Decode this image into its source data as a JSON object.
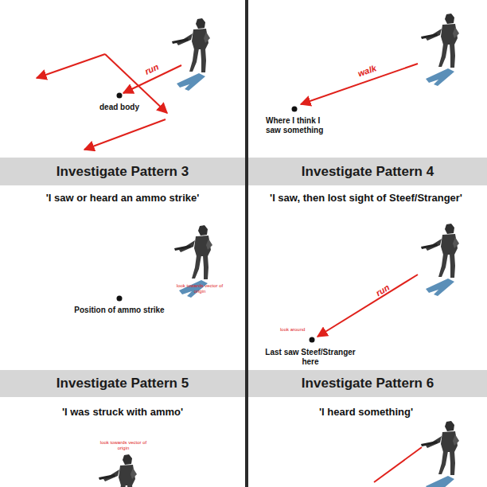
{
  "diagram": {
    "nodes": [
      {
        "text": [
          "Investigate Pattern 3"
        ]
      },
      {
        "text": [
          "Investigate Pattern 4"
        ]
      },
      {
        "text": [
          "Investigate Pattern 5"
        ]
      },
      {
        "text": [
          "Investigate Pattern 6"
        ]
      }
    ],
    "labels": [
      "run",
      "dead body",
      "walk",
      "Where I think I saw something",
      "'I saw or heard an ammo strike'",
      "look towards vector of origin",
      "Position of ammo strike",
      "'I saw, then lost sight of Steef/Stranger'",
      "run",
      "look around",
      "Last saw Steef/Stranger here",
      "'I was struck with ammo'",
      "look towards vector of origin",
      "'I heard something'"
    ]
  }
}
